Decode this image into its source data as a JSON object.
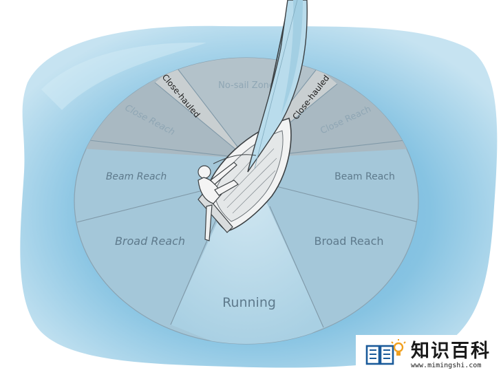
{
  "diagram": {
    "zones": {
      "no_sail": "No-sail Zone",
      "close_hauled_left": "Close-hauled",
      "close_hauled_right": "Close-hauled",
      "close_reach_left": "Close Reach",
      "close_reach_right": "Close Reach",
      "beam_reach_left": "Beam Reach",
      "beam_reach_right": "Beam Reach",
      "broad_reach_left": "Broad Reach",
      "broad_reach_right": "Broad Reach",
      "running": "Running"
    },
    "colors": {
      "water": "#8ec6e3",
      "disc": "#a4c7d9",
      "upper_band": "#a6b8c2",
      "close_hauled_strip": "#c9cfd1",
      "boat": "#f4f4f4",
      "sail": "#b9dcec"
    }
  },
  "watermark": {
    "title": "知识百科",
    "url": "www.mimingshi.com",
    "icon": "book-lightbulb-icon"
  }
}
